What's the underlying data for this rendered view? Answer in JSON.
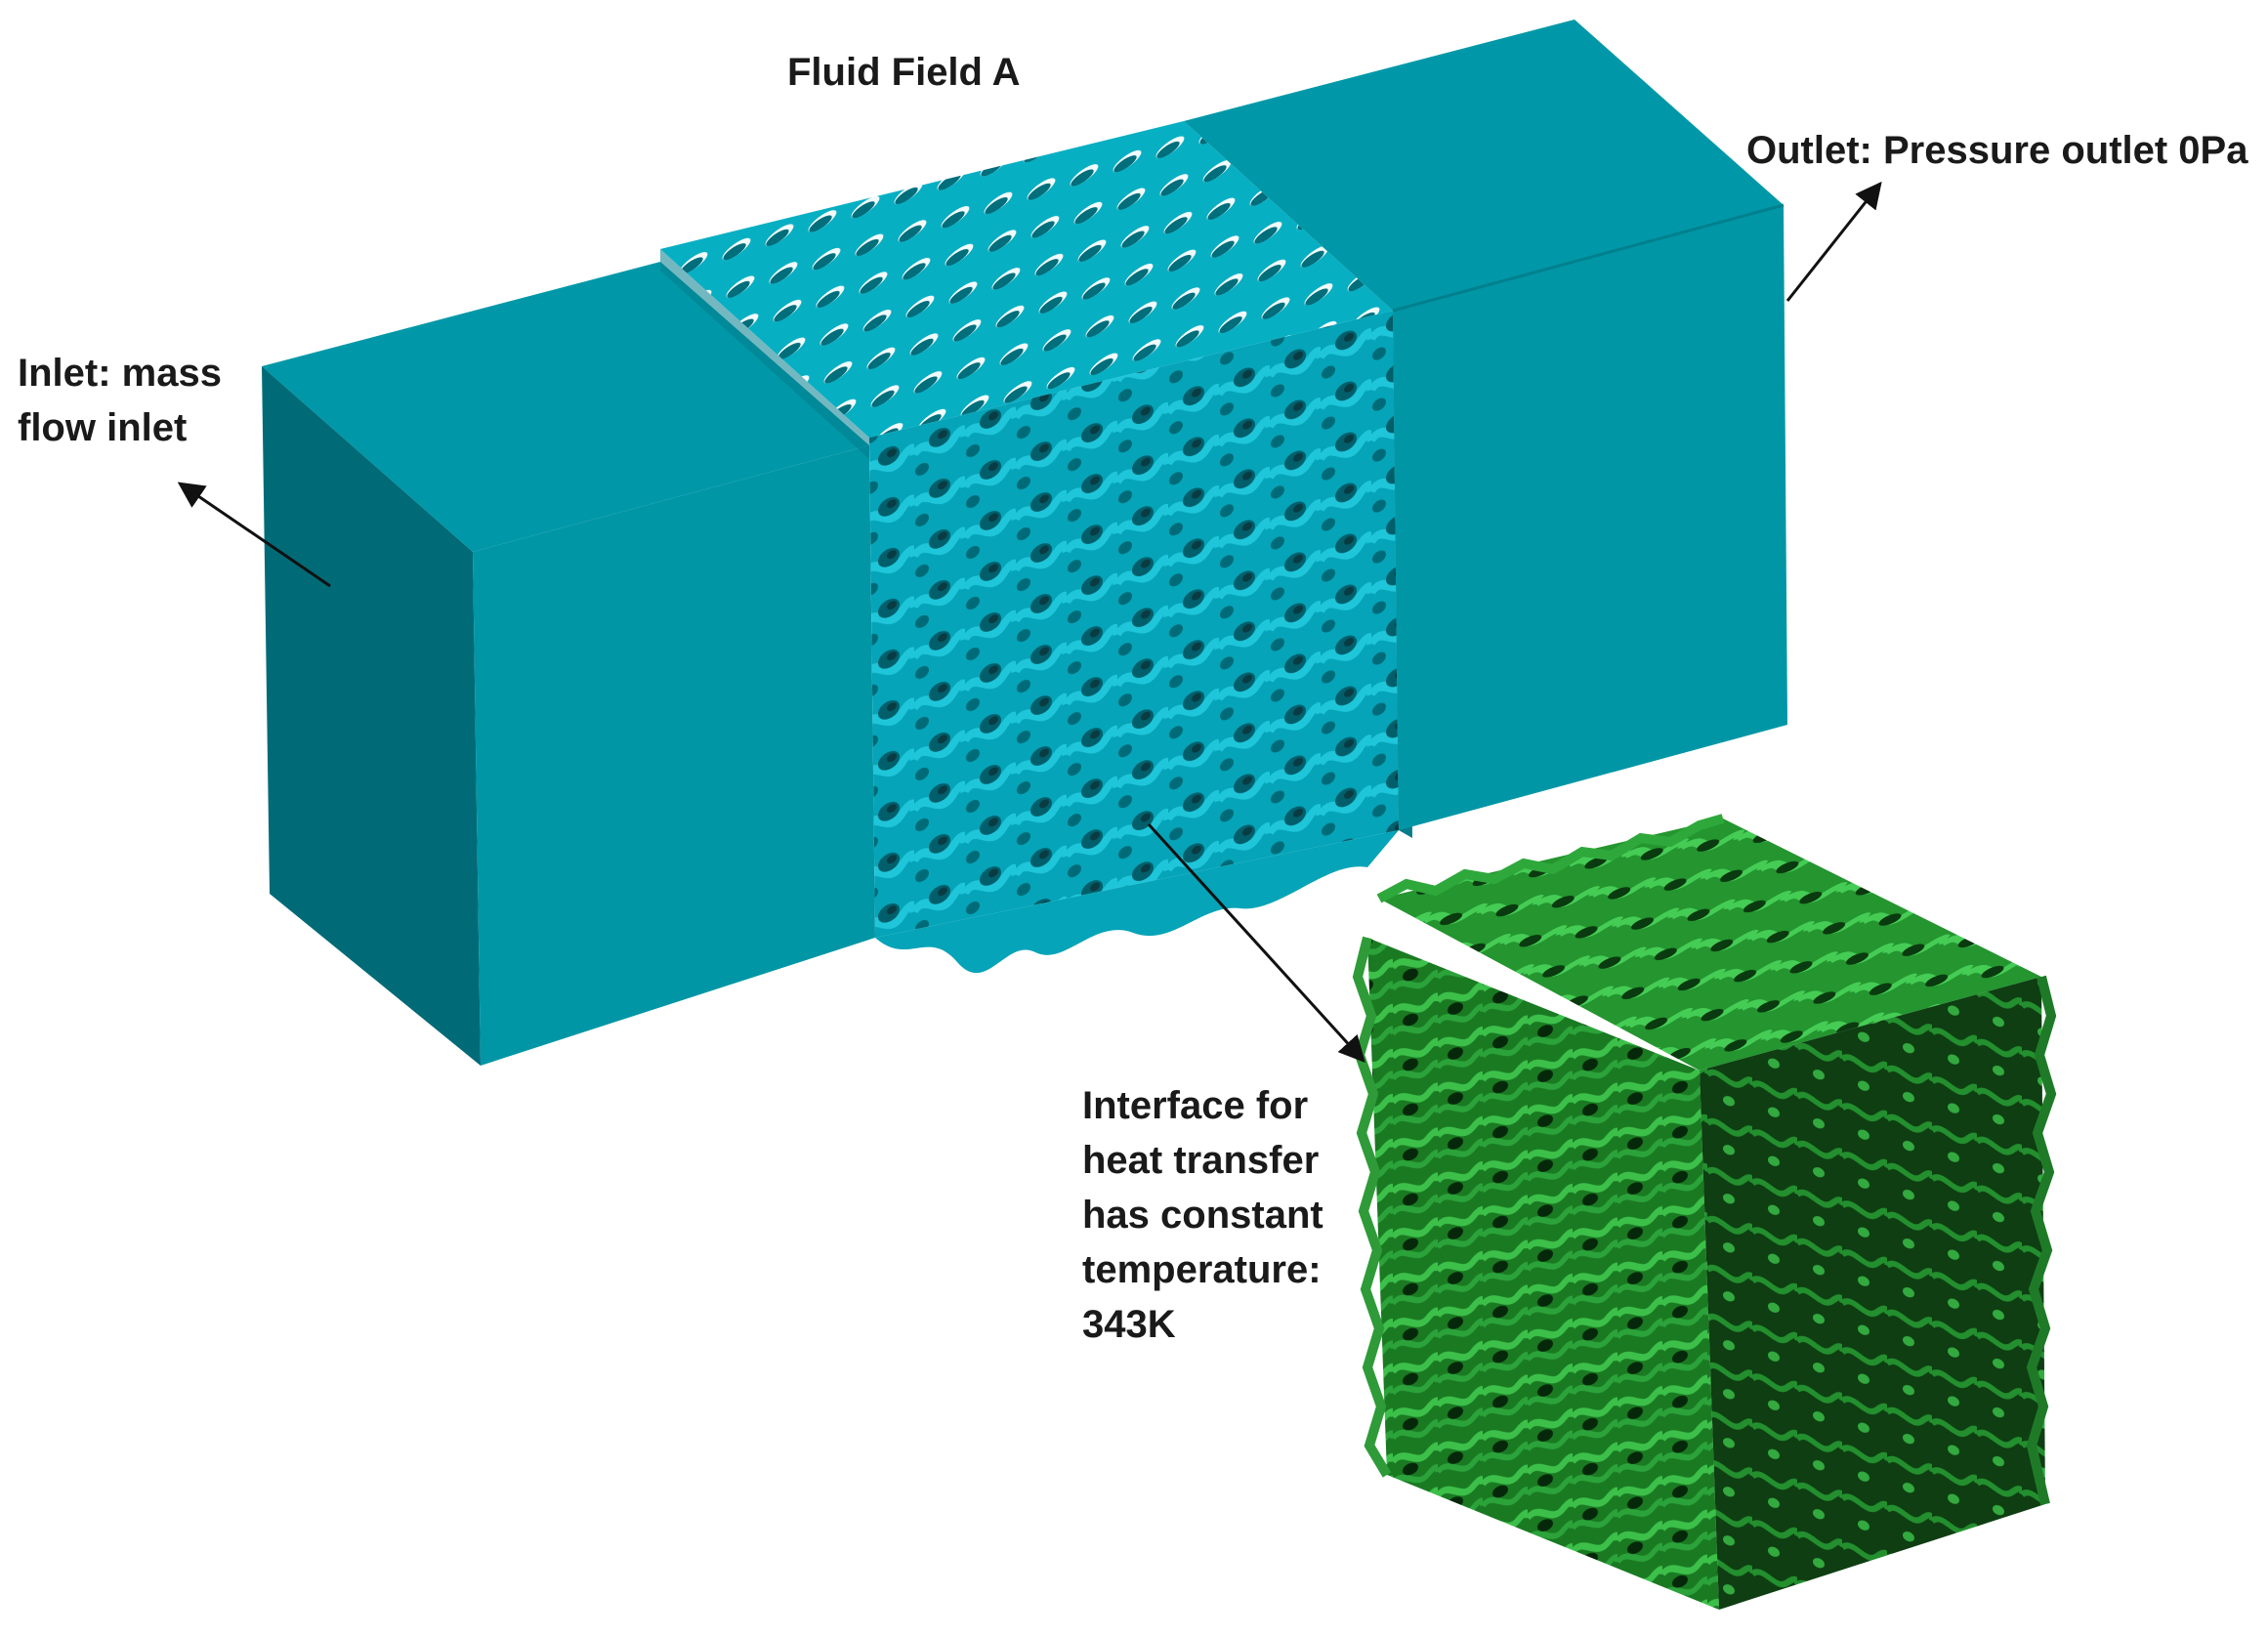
{
  "title": "Fluid Field A",
  "inlet_label": {
    "line1": "Inlet: mass",
    "line2": "flow inlet"
  },
  "outlet_label": "Outlet: Pressure outlet 0Pa",
  "interface_label": {
    "line1": "Interface for",
    "line2": "heat transfer",
    "line3": "has constant",
    "line4": "temperature:",
    "line5": "343K"
  },
  "colors": {
    "fluid_front": "#0096A6",
    "fluid_top": "#0098A8",
    "fluid_side": "#006B77",
    "lattice_base": "#00A8BC",
    "lattice_hole": "#005E6A",
    "solid_base": "#1E8A2A",
    "solid_dark": "#0E4A14",
    "solid_light": "#36B845"
  }
}
